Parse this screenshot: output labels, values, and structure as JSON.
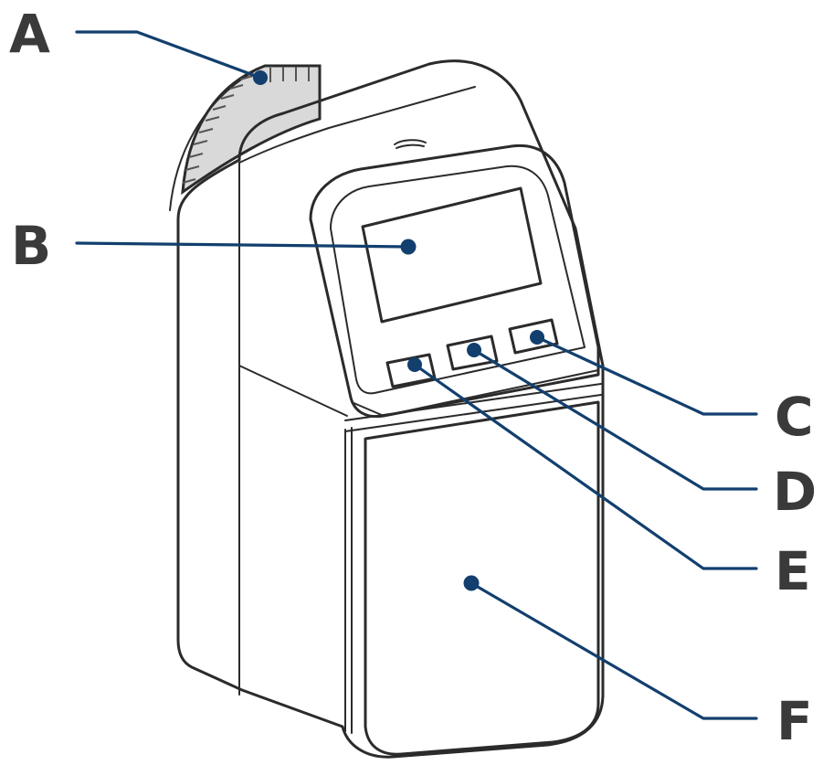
{
  "colors": {
    "leader": "#123f6e",
    "outline": "#2b2b2b",
    "label": "#3a3a3a",
    "cover_fill": "#d6d6d6"
  },
  "callouts": [
    {
      "id": "A",
      "text": "A"
    },
    {
      "id": "B",
      "text": "B"
    },
    {
      "id": "C",
      "text": "C"
    },
    {
      "id": "D",
      "text": "D"
    },
    {
      "id": "E",
      "text": "E"
    },
    {
      "id": "F",
      "text": "F"
    }
  ]
}
